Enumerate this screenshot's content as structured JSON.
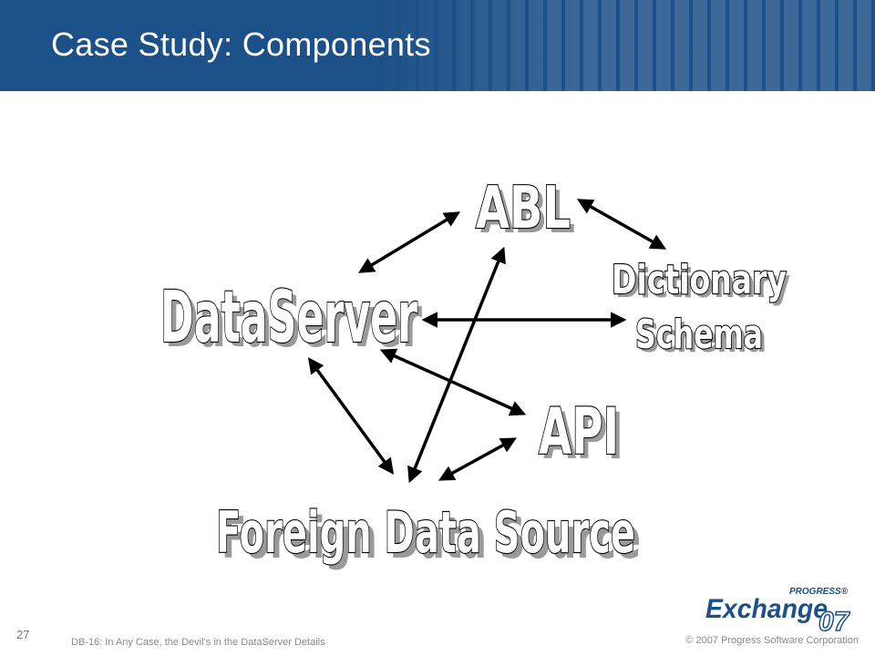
{
  "slide": {
    "title": "Case Study: Components",
    "page_number": "27",
    "footer": "DB-16: In Any Case, the Devil’s in the DataServer Details",
    "copyright": "© 2007 Progress Software Corporation"
  },
  "logo": {
    "brand": "PROGRESS®",
    "name": "Exchange",
    "year": "07"
  },
  "diagram": {
    "nodes": {
      "abl": "ABL",
      "dataserver": "DataServer",
      "dictionary_line1": "Dictionary",
      "dictionary_line2": "Schema",
      "api": "API",
      "foreign": "Foreign Data Source"
    }
  },
  "colors": {
    "header": "#1c5088",
    "arrow": "#000000"
  }
}
